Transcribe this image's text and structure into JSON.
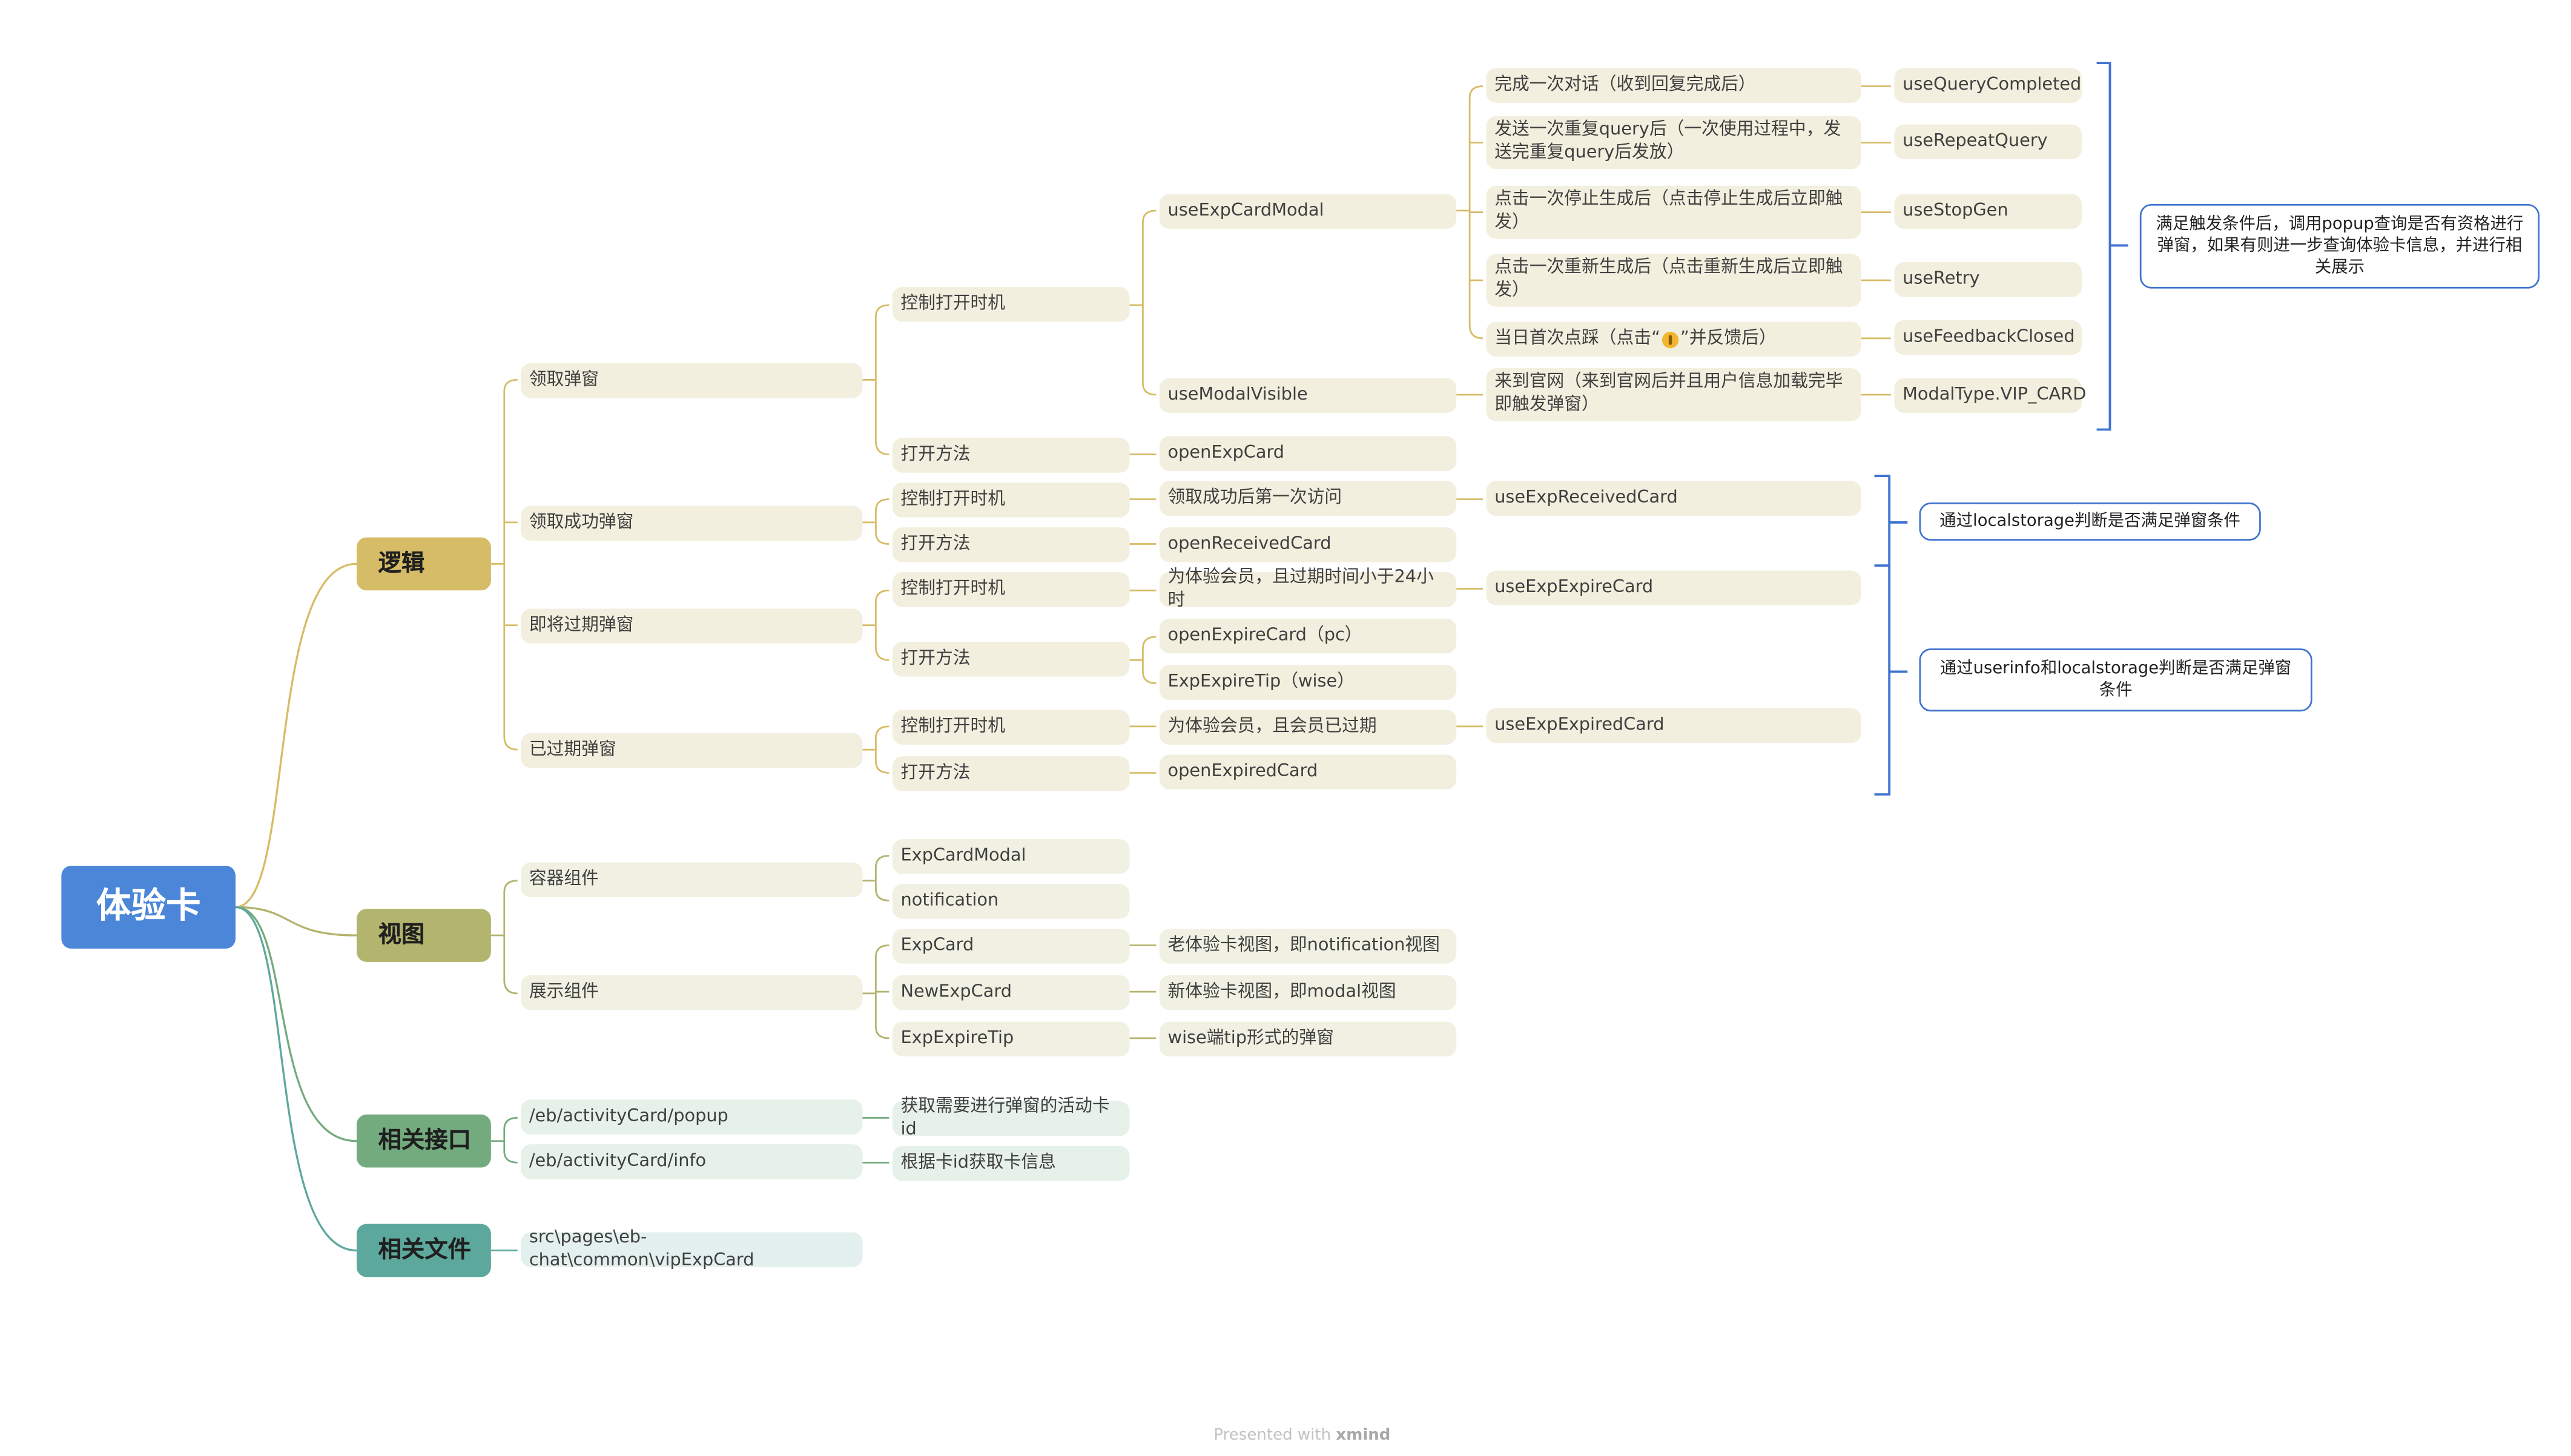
{
  "root": "体验卡",
  "branches": {
    "logic": "逻辑",
    "view": "视图",
    "api": "相关接口",
    "files": "相关文件"
  },
  "logic": {
    "claim_modal": {
      "label": "领取弹窗",
      "timing": "控制打开时机",
      "open_method": "打开方法",
      "open_method_value": "openExpCard",
      "use_exp_card_modal": "useExpCardModal",
      "use_modal_visible": "useModalVisible",
      "triggers": [
        {
          "text": "完成一次对话（收到回复完成后）",
          "hook": "useQueryCompleted"
        },
        {
          "text": "发送一次重复query后（一次使用过程中，发送完重复query后发放）",
          "hook": "useRepeatQuery"
        },
        {
          "text": "点击一次停止生成后（点击停止生成后立即触发）",
          "hook": "useStopGen"
        },
        {
          "text": "点击一次重新生成后（点击重新生成后立即触发）",
          "hook": "useRetry"
        },
        {
          "text_before": "当日首次点踩（点击“",
          "text_after": "”并反馈后）",
          "hook": "useFeedbackClosed"
        },
        {
          "text": "来到官网（来到官网后并且用户信息加载完毕即触发弹窗）",
          "hook": "ModalType.VIP_CARD"
        }
      ]
    },
    "claim_success": {
      "label": "领取成功弹窗",
      "timing": "控制打开时机",
      "timing_value": "领取成功后第一次访问",
      "timing_hook": "useExpReceivedCard",
      "open_method": "打开方法",
      "open_method_value": "openReceivedCard"
    },
    "expiring": {
      "label": "即将过期弹窗",
      "timing": "控制打开时机",
      "timing_value": "为体验会员，且过期时间小于24小时",
      "timing_hook": "useExpExpireCard",
      "open_method": "打开方法",
      "open_values": [
        "openExpireCard（pc）",
        "ExpExpireTip（wise）"
      ]
    },
    "expired": {
      "label": "已过期弹窗",
      "timing": "控制打开时机",
      "timing_value": "为体验会员，且会员已过期",
      "timing_hook": "useExpExpiredCard",
      "open_method": "打开方法",
      "open_method_value": "openExpiredCard"
    },
    "notes": [
      "满足触发条件后，调用popup查询是否有资格进行弹窗，如果有则进一步查询体验卡信息，并进行相关展示",
      "通过localstorage判断是否满足弹窗条件",
      "通过userinfo和localstorage判断是否满足弹窗条件"
    ]
  },
  "view": {
    "container": {
      "label": "容器组件",
      "items": [
        "ExpCardModal",
        "notification"
      ]
    },
    "display": {
      "label": "展示组件",
      "items": [
        {
          "name": "ExpCard",
          "desc": "老体验卡视图，即notification视图"
        },
        {
          "name": "NewExpCard",
          "desc": "新体验卡视图，即modal视图"
        },
        {
          "name": "ExpExpireTip",
          "desc": "wise端tip形式的弹窗"
        }
      ]
    }
  },
  "api": [
    {
      "path": "/eb/activityCard/popup",
      "desc": "获取需要进行弹窗的活动卡id"
    },
    {
      "path": "/eb/activityCard/info",
      "desc": "根据卡id获取卡信息"
    }
  ],
  "files": [
    "src\\pages\\eb-chat\\common\\vipExpCard"
  ],
  "footer": {
    "prefix": "Presented with",
    "brand": "xmind"
  },
  "colors": {
    "root": "#4b86d9",
    "logic": "#d6bc66",
    "view": "#b3b46e",
    "api": "#73ab7f",
    "files": "#5da89c",
    "note_border": "#3f73d0"
  },
  "icons": {
    "thumbs_down": "thumbs-down-icon"
  }
}
